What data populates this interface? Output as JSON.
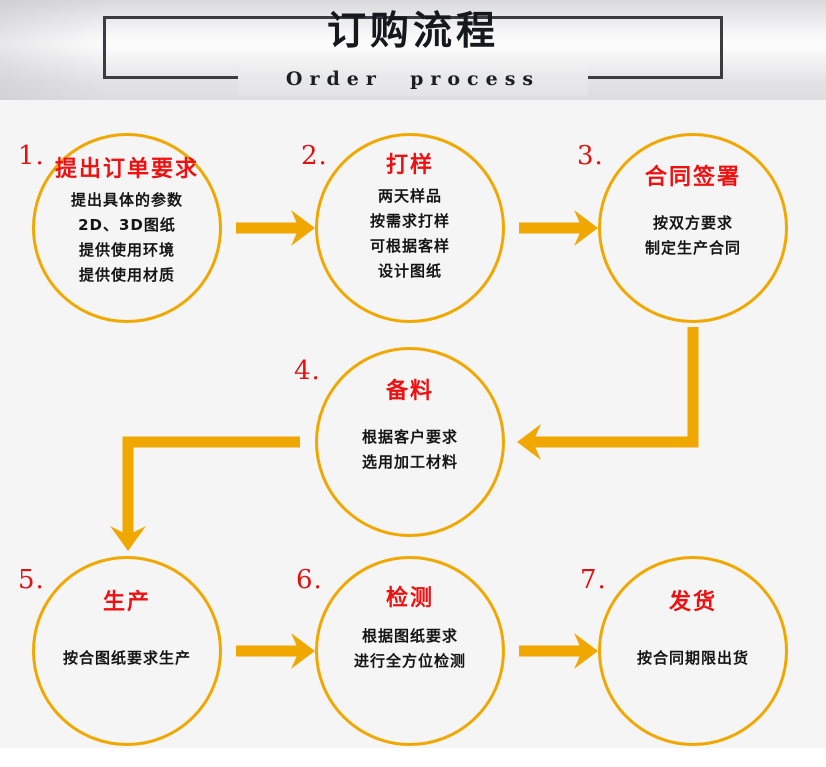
{
  "header": {
    "title": "订购流程",
    "subtitle": "Order  process"
  },
  "colors": {
    "accent": "#f0a800",
    "title_red": "#ee1111",
    "number_red": "#e21212",
    "body_black": "#141414",
    "frame_gray": "#3a3d42",
    "canvas": "#f5f5f5"
  },
  "flow": {
    "steps": [
      {
        "number": "1.",
        "title": "提出订单要求",
        "lines": [
          "提出具体的参数",
          "2D、3D图纸",
          "提供使用环境",
          "提供使用材质"
        ]
      },
      {
        "number": "2.",
        "title": "打样",
        "lines": [
          "两天样品",
          "按需求打样",
          "可根据客样",
          "设计图纸"
        ]
      },
      {
        "number": "3.",
        "title": "合同签署",
        "lines": [
          "按双方要求",
          "制定生产合同"
        ]
      },
      {
        "number": "4.",
        "title": "备料",
        "lines": [
          "根据客户要求",
          "选用加工材料"
        ]
      },
      {
        "number": "5.",
        "title": "生产",
        "lines": [
          "按合图纸要求生产"
        ]
      },
      {
        "number": "6.",
        "title": "检测",
        "lines": [
          "根据图纸要求",
          "进行全方位检测"
        ]
      },
      {
        "number": "7.",
        "title": "发货",
        "lines": [
          "按合同期限出货"
        ]
      }
    ],
    "connectors": [
      {
        "name": "arrow-step1-to-step2",
        "direction": "right"
      },
      {
        "name": "arrow-step2-to-step3",
        "direction": "right"
      },
      {
        "name": "arrow-step3-to-step4",
        "direction": "down-then-left"
      },
      {
        "name": "arrow-step4-to-step5",
        "direction": "left-then-down"
      },
      {
        "name": "arrow-step5-to-step6",
        "direction": "right"
      },
      {
        "name": "arrow-step6-to-step7",
        "direction": "right"
      }
    ]
  }
}
